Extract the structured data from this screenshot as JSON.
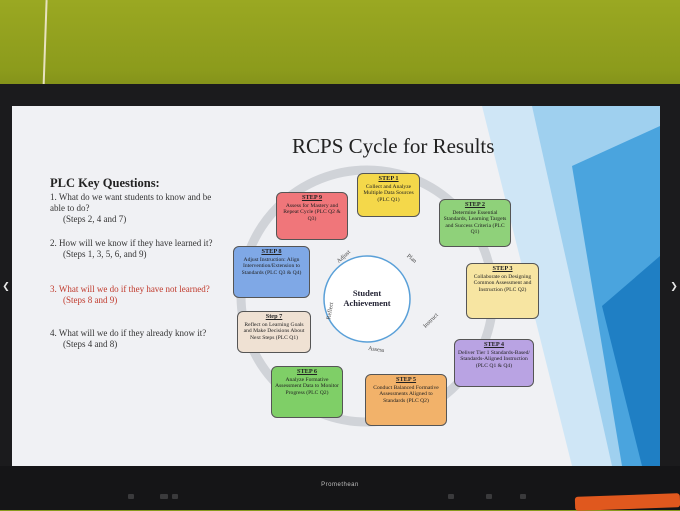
{
  "slide": {
    "title": "RCPS Cycle for Results",
    "plc_heading": "PLC Key Questions:",
    "questions": [
      {
        "text": "1.  What do we want students to know and be able to do?",
        "steps": "(Steps 2, 4 and 7)",
        "color": "#333333"
      },
      {
        "text": "2.  How will we know if they have learned it?",
        "steps": "(Steps 1, 3, 5, 6, and 9)",
        "color": "#333333"
      },
      {
        "text": "3.  What will we do if they have not learned?",
        "steps": "(Steps 8 and 9)",
        "color": "#c0392b"
      },
      {
        "text": "4.  What will we do if they already know it?",
        "steps": "(Steps 4 and 8)",
        "color": "#333333"
      }
    ],
    "center_label": "Student Achievement",
    "phases": [
      "Plan",
      "Instruct",
      "Assess",
      "Reflect",
      "Adjust"
    ],
    "steps": [
      {
        "title": "STEP 1",
        "desc": "Collect and Analyze Multiple Data Sources (PLC Q1)",
        "color": "#f4d84a"
      },
      {
        "title": "STEP 2",
        "desc": "Determine Essential Standards, Learning Targets and Success Criteria (PLC Q1)",
        "color": "#8fd17a"
      },
      {
        "title": "STEP 3",
        "desc": "Collaborate on Designing Common Assessment and Instruction (PLC Q2)",
        "color": "#f7e5a2"
      },
      {
        "title": "STEP 4",
        "desc": "Deliver Tier 1 Standards-Based/ Standards-Aligned Instruction (PLC Q1 & Q4)",
        "color": "#b9a3e3"
      },
      {
        "title": "STEP 5",
        "desc": "Conduct Balanced Formative Assessments Aligned to Standards (PLC Q2)",
        "color": "#f2b26a"
      },
      {
        "title": "STEP 6",
        "desc": "Analyze Formative Assessment Data to Monitor Progress (PLC Q2)",
        "color": "#7fcf67"
      },
      {
        "title": "Step 7",
        "desc": "Reflect on Learning Goals and Make Decisions About Next Steps (PLC Q1)",
        "color": "#efe1d3"
      },
      {
        "title": "STEP 8",
        "desc": "Adjust Instruction: Align Intervention/Extension to Standards (PLC Q3 & Q4)",
        "color": "#7fa8e6"
      },
      {
        "title": "STEP 9",
        "desc": "Assess for Mastery and Repeat Cycle (PLC Q2 & Q3)",
        "color": "#f0767a"
      }
    ]
  },
  "monitor": {
    "brand": "Promethean"
  }
}
